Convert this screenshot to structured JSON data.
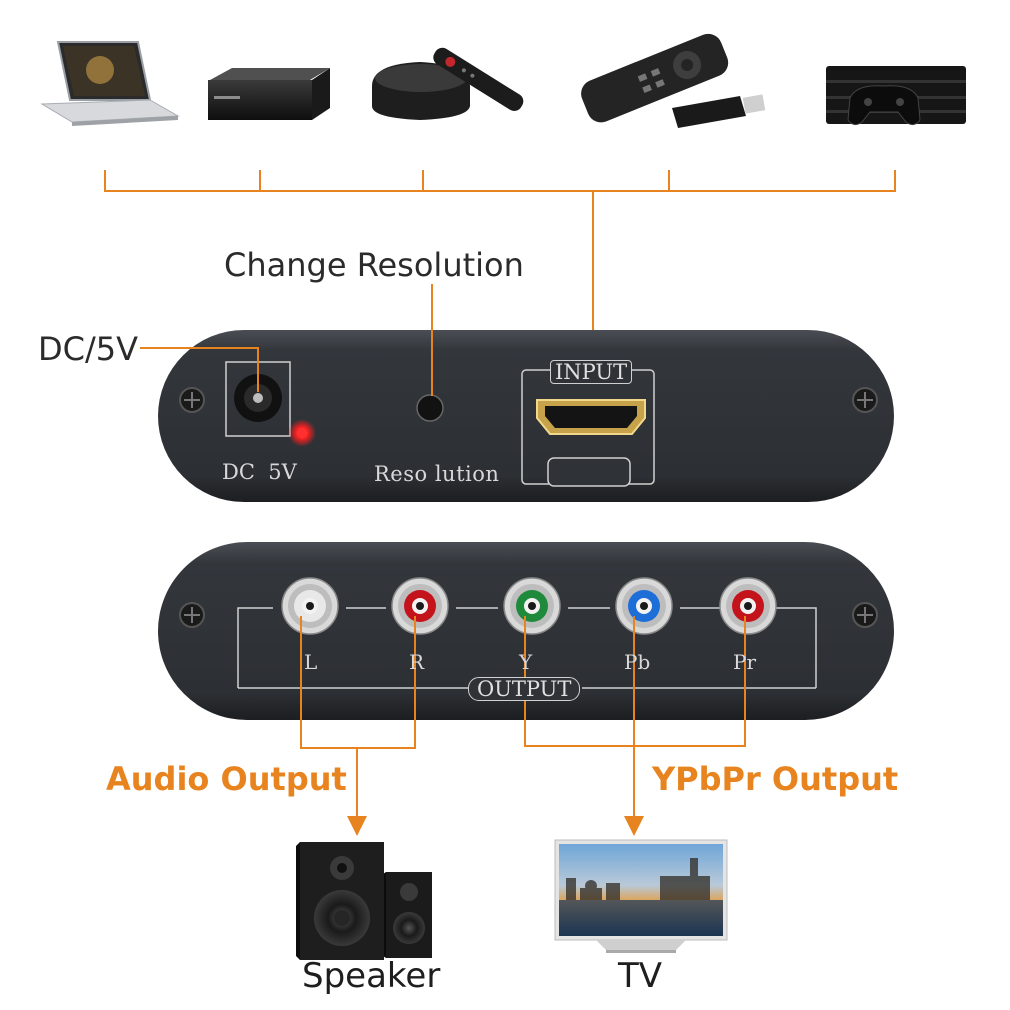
{
  "source_devices": [
    {
      "name": "laptop"
    },
    {
      "name": "blu-ray-player"
    },
    {
      "name": "tv-box"
    },
    {
      "name": "streaming-stick"
    },
    {
      "name": "game-console"
    }
  ],
  "top_panel": {
    "change_resolution_label": "Change Resolution",
    "dc_label": "DC/5V",
    "silk_dc": "DC  5V",
    "silk_resolution": "Reso lution",
    "silk_input": "INPUT"
  },
  "bottom_panel": {
    "ports": [
      {
        "label": "L",
        "color": "#e8e8e8"
      },
      {
        "label": "R",
        "color": "#c4141b"
      },
      {
        "label": "Y",
        "color": "#1f8a3c"
      },
      {
        "label": "Pb",
        "color": "#1e6ed8"
      },
      {
        "label": "Pr",
        "color": "#c4141b"
      }
    ],
    "silk_output": "OUTPUT"
  },
  "outputs": {
    "audio_title": "Audio Output",
    "ypbpr_title": "YPbPr Output",
    "speaker_label": "Speaker",
    "tv_label": "TV"
  },
  "colors": {
    "accent": "#e8841f",
    "panel": "#2f3236",
    "led": "#ff2020"
  }
}
